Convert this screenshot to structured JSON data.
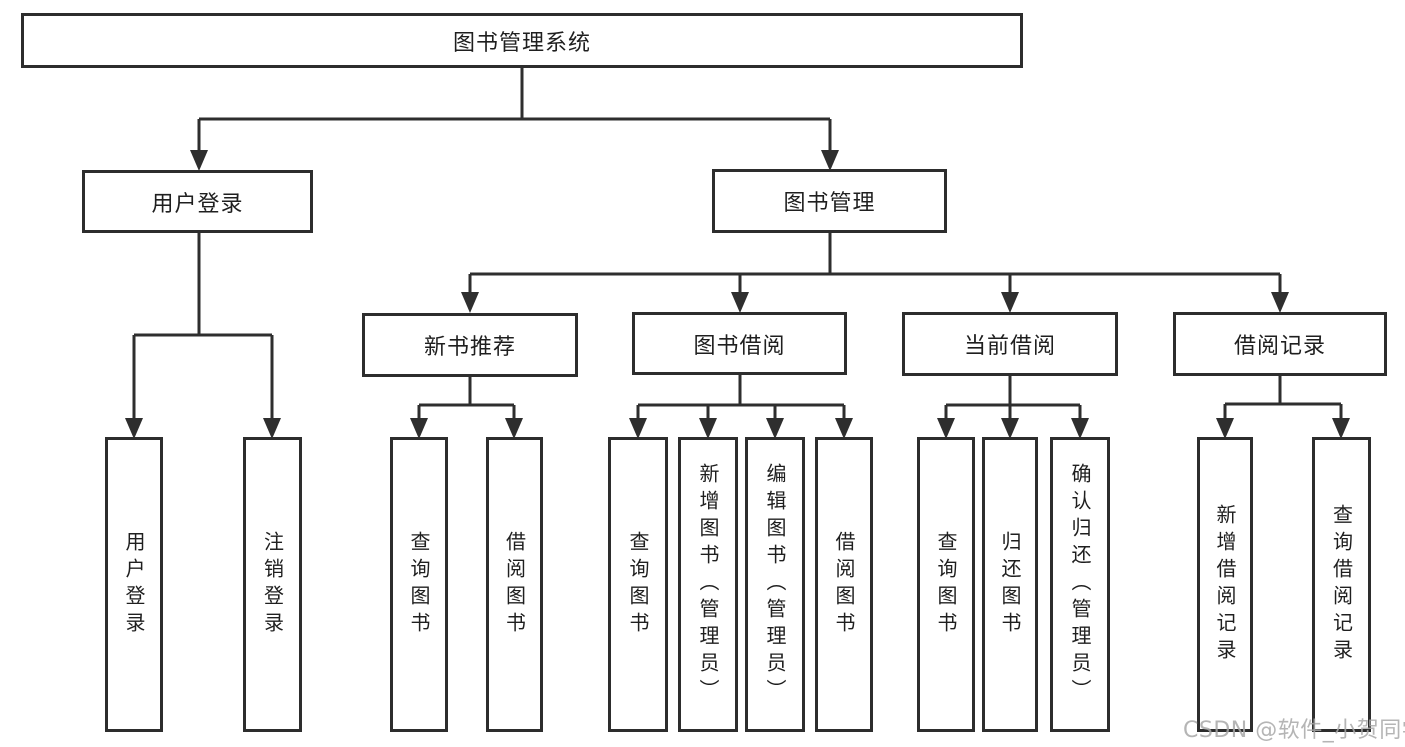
{
  "diagram": {
    "root": {
      "label": "图书管理系统"
    },
    "branches": [
      {
        "label": "用户登录",
        "children": [
          {
            "label": "用户登录"
          },
          {
            "label": "注销登录"
          }
        ]
      },
      {
        "label": "图书管理",
        "children": [
          {
            "label": "新书推荐",
            "children": [
              {
                "label": "查询图书"
              },
              {
                "label": "借阅图书"
              }
            ]
          },
          {
            "label": "图书借阅",
            "children": [
              {
                "label": "查询图书"
              },
              {
                "label": "新增图书（管理员）"
              },
              {
                "label": "编辑图书（管理员）"
              },
              {
                "label": "借阅图书"
              }
            ]
          },
          {
            "label": "当前借阅",
            "children": [
              {
                "label": "查询图书"
              },
              {
                "label": "归还图书"
              },
              {
                "label": "确认归还（管理员）"
              }
            ]
          },
          {
            "label": "借阅记录",
            "children": [
              {
                "label": "新增借阅记录"
              },
              {
                "label": "查询借阅记录"
              }
            ]
          }
        ]
      }
    ]
  },
  "watermark": {
    "text": "CSDN @软件_小贺同学"
  },
  "colors": {
    "line": "#2e2e2e",
    "box_border": "#2d2d2d",
    "text": "#1f1f1f",
    "watermark": "#a8a8a8",
    "background": "#ffffff"
  }
}
